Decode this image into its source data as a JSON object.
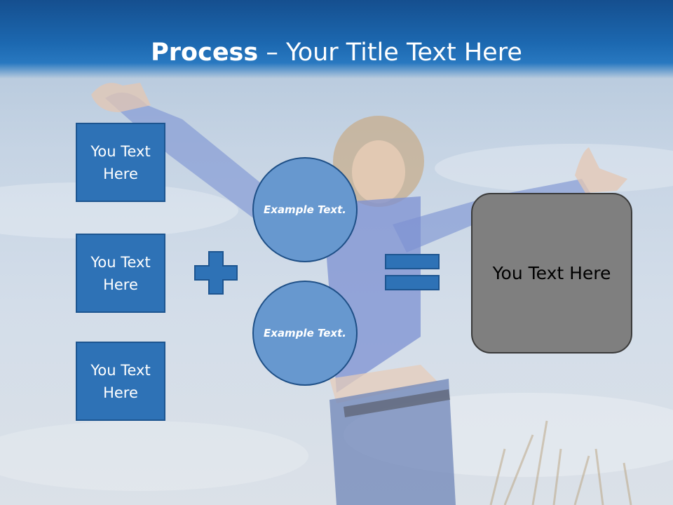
{
  "title": {
    "bold": "Process",
    "rest": " – Your Title Text Here"
  },
  "boxes": [
    "You Text Here",
    "You Text Here",
    "You Text Here"
  ],
  "circles": [
    "Example Text.",
    "Example Text."
  ],
  "result": "You Text Here",
  "colors": {
    "header": "#1c68b0",
    "box": "#2e72b6",
    "circle": "#6798cf",
    "result": "#7f7f7f"
  }
}
